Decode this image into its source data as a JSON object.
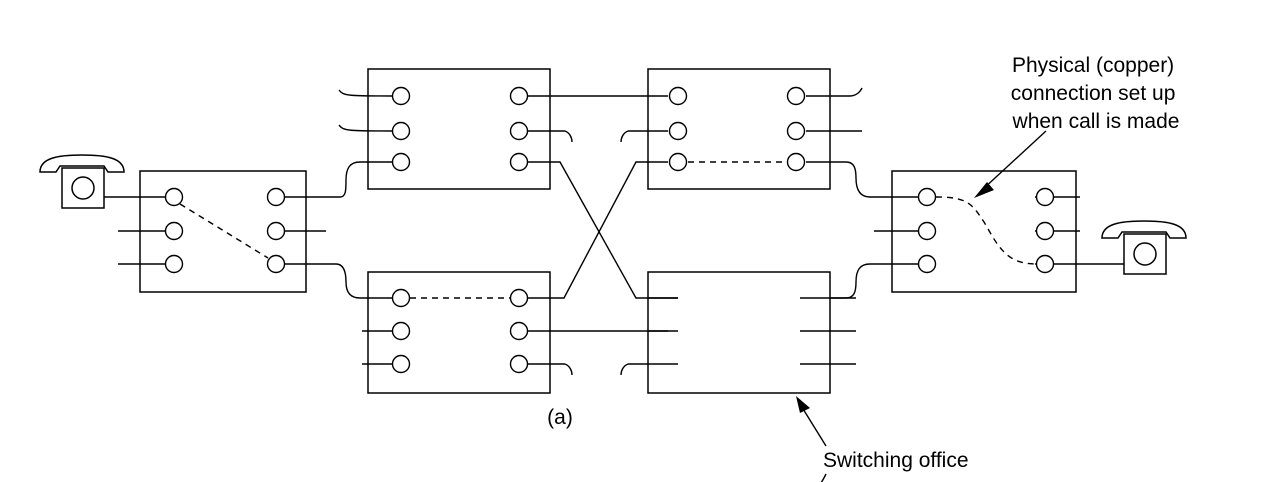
{
  "labels": {
    "physical_connection": [
      "Physical (copper)",
      "connection set up",
      "when call is made"
    ],
    "switching_office": "Switching office",
    "figure_tag": "(a)"
  },
  "icons": {
    "left_phone": "telephone-icon",
    "right_phone": "telephone-icon"
  },
  "colors": {
    "ink": "#000000",
    "background": "#ffffff"
  }
}
